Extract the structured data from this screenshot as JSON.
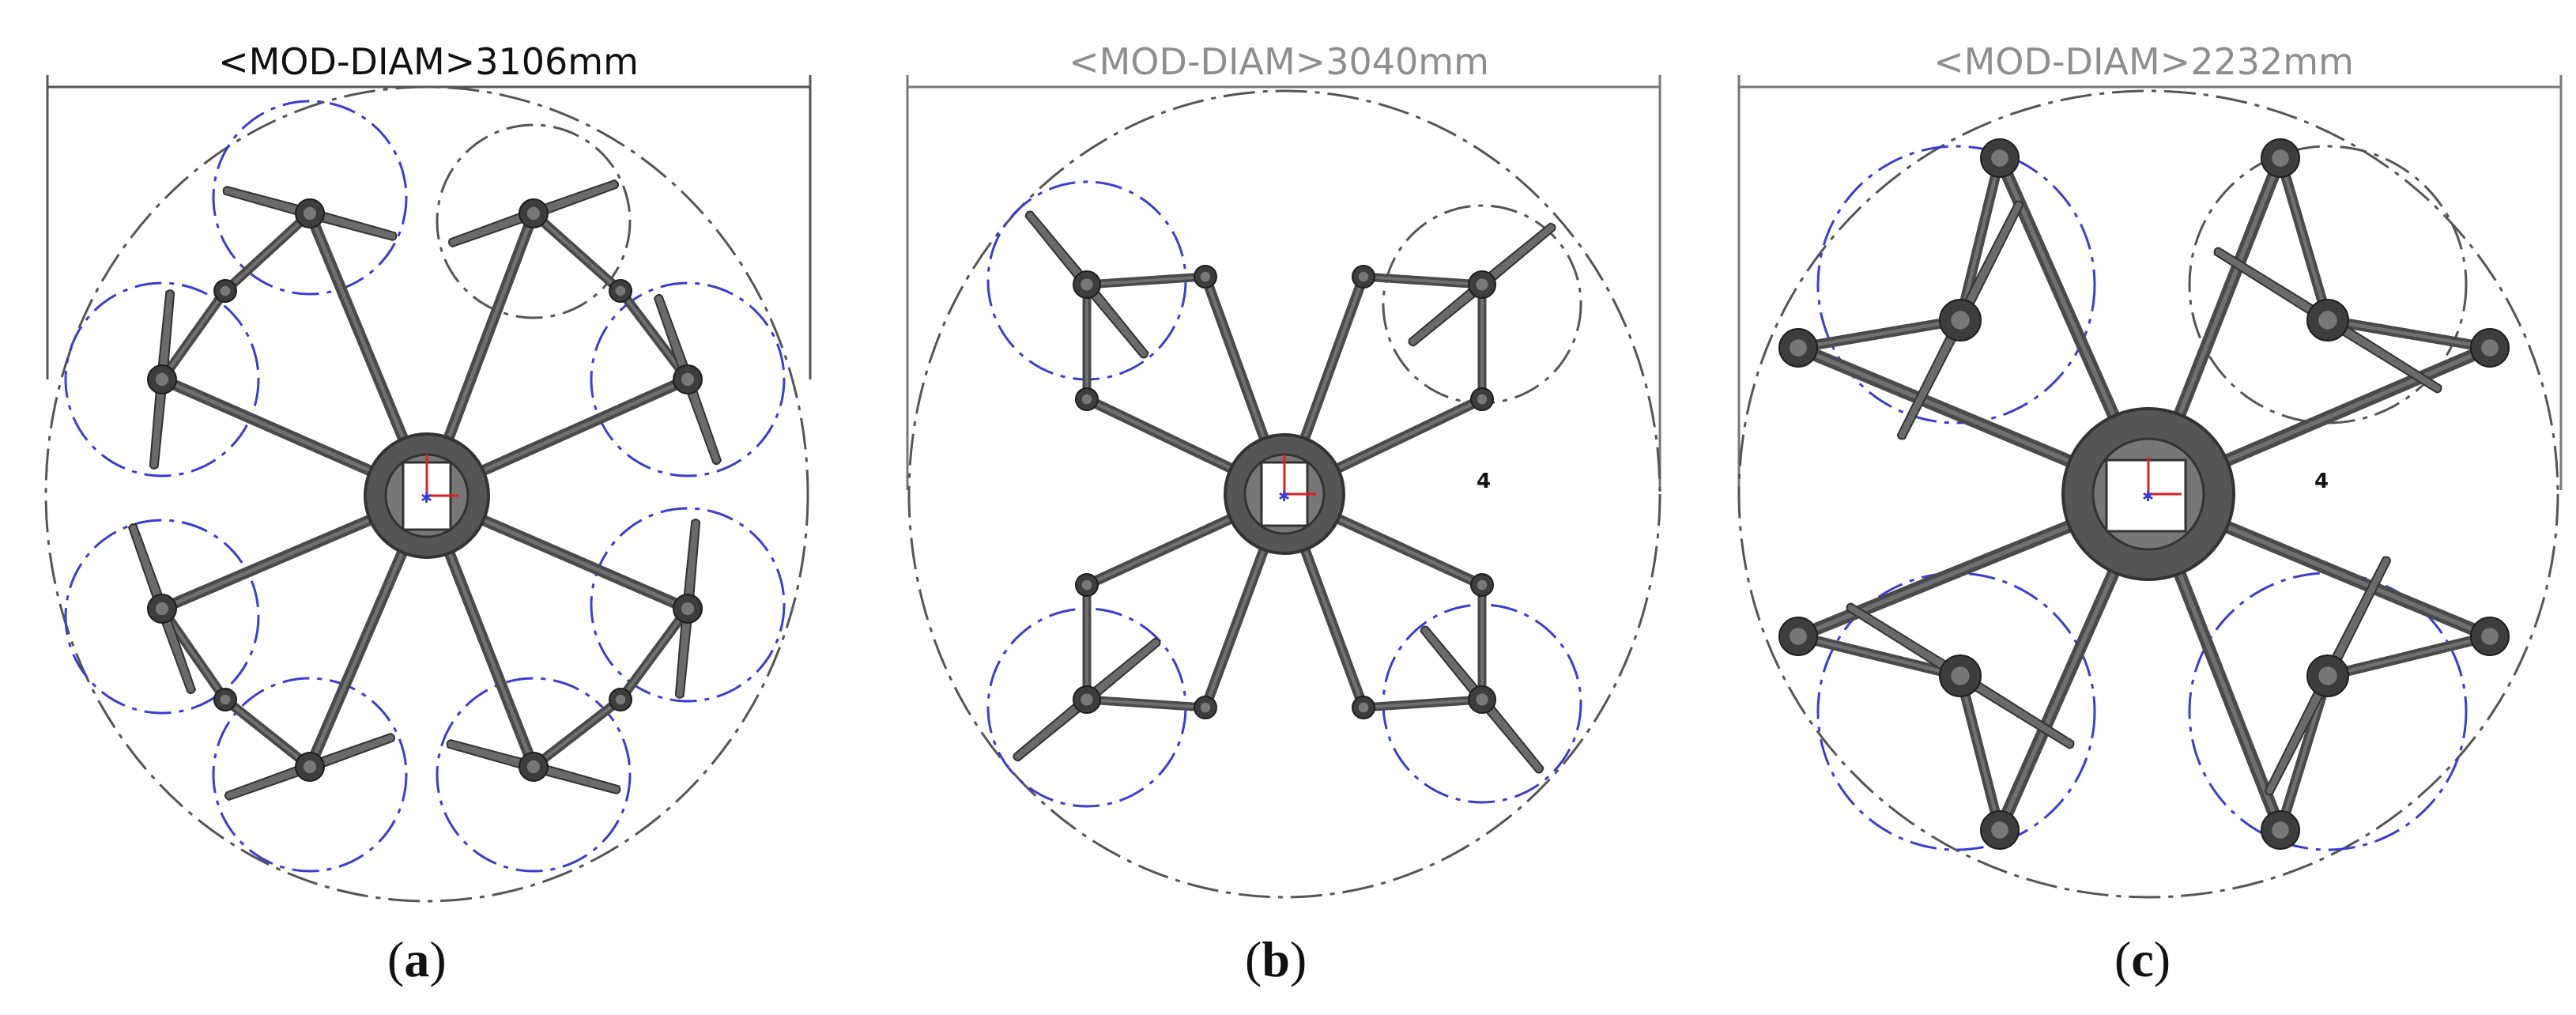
{
  "colors": {
    "prop_circle": "#3b3bd6",
    "envelope": "#555555",
    "frame": "#4a4a4a",
    "frame_light": "#707070",
    "axis_red": "#e02020"
  },
  "panels": [
    {
      "id": "a",
      "dimension_label": "<MOD-DIAM>3106mm",
      "caption_open": "(",
      "caption_letter": "a",
      "caption_close": ")",
      "config": "octocopter",
      "arms": 8
    },
    {
      "id": "b",
      "dimension_label": "<MOD-DIAM>3040mm",
      "caption_open": "(",
      "caption_letter": "b",
      "caption_close": ")",
      "config": "quadcopter",
      "arms": 4,
      "number_label": "4"
    },
    {
      "id": "c",
      "dimension_label": "<MOD-DIAM>2232mm",
      "caption_open": "(",
      "caption_letter": "c",
      "caption_close": ")",
      "config": "folded quadcopter",
      "arms": 4,
      "number_label": "4"
    }
  ]
}
